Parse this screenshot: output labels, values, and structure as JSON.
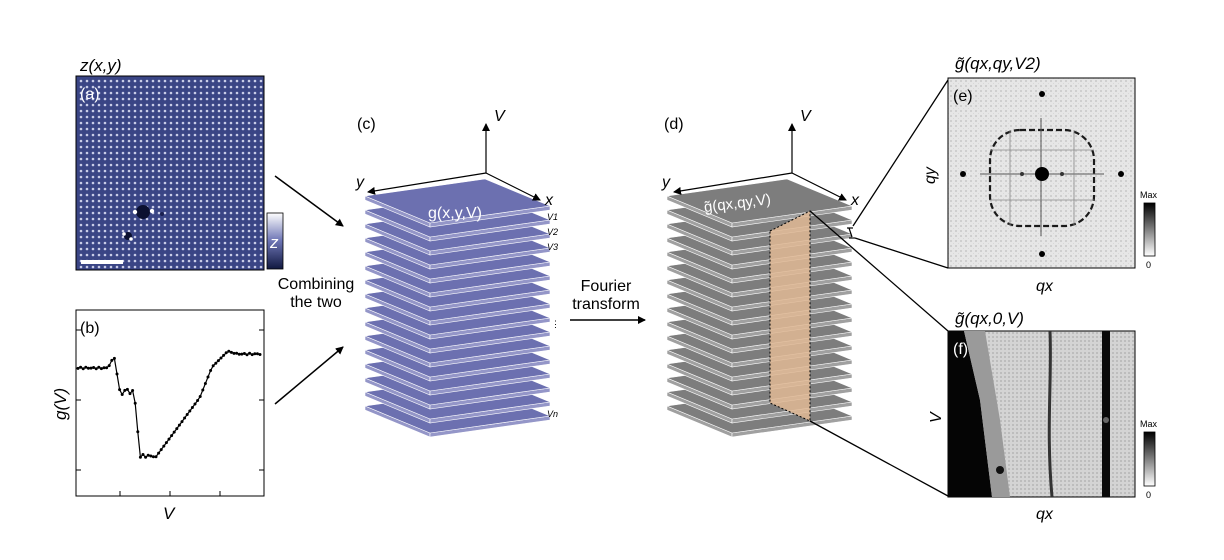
{
  "panel_a": {
    "title": "z(x,y)",
    "tag": "(a)",
    "colorbar_label": "z"
  },
  "panel_b": {
    "tag": "(b)",
    "ylabel": "g(V)",
    "xlabel": "V"
  },
  "combine_label": {
    "line1": "Combining",
    "line2": "the two"
  },
  "panel_c": {
    "tag": "(c)",
    "axis_v": "V",
    "axis_x": "x",
    "axis_y": "y",
    "stack_label": "g(x,y,V)",
    "layer_labels": [
      "V1",
      "V2",
      "V3"
    ],
    "dots": "⋮",
    "last_layer_label": "Vn"
  },
  "fourier_label": {
    "line1": "Fourier",
    "line2": "transform"
  },
  "panel_d": {
    "tag": "(d)",
    "axis_v": "V",
    "axis_x": "x",
    "axis_y": "y",
    "stack_label": "g̃(qx,qy,V)"
  },
  "panel_e": {
    "title": "g̃(qx,qy,V2)",
    "tag": "(e)",
    "ylabel": "qy",
    "xlabel": "qx",
    "colorbar_max": "Max",
    "colorbar_min": "0"
  },
  "panel_f": {
    "title": "g̃(qx,0,V)",
    "tag": "(f)",
    "ylabel": "V",
    "xlabel": "qx",
    "colorbar_max": "Max",
    "colorbar_min": "0"
  },
  "colors": {
    "topo_bg": "#3a4585",
    "layer_top": "#6c70b0",
    "layer_side": "#9496c8",
    "gray_layer_top": "#7d7d7d",
    "gray_layer_side": "#a0a0a0",
    "slice_fill": "#e0b894"
  }
}
